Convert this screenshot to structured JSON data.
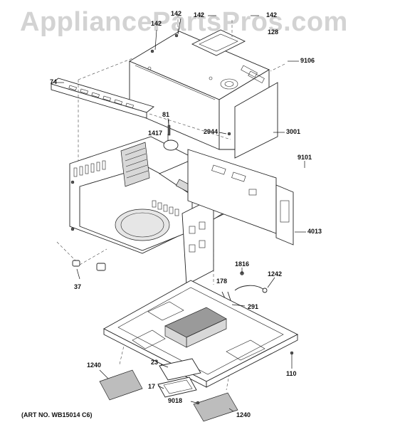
{
  "watermark": "AppliancePartsPros.com",
  "art_number": "(ART NO. WB15014 C6)",
  "callouts": [
    {
      "id": "c142a",
      "label": "142"
    },
    {
      "id": "c142b",
      "label": "142"
    },
    {
      "id": "c142c",
      "label": "142"
    },
    {
      "id": "c142d",
      "label": "142"
    },
    {
      "id": "c128x",
      "label": "128"
    },
    {
      "id": "c9106",
      "label": "9106"
    },
    {
      "id": "c74",
      "label": "74"
    },
    {
      "id": "c81",
      "label": "81"
    },
    {
      "id": "c1417",
      "label": "1417"
    },
    {
      "id": "c2944",
      "label": "2944"
    },
    {
      "id": "c3001",
      "label": "3001"
    },
    {
      "id": "c9101",
      "label": "9101"
    },
    {
      "id": "c4013",
      "label": "4013"
    },
    {
      "id": "c1816",
      "label": "1816"
    },
    {
      "id": "c1242",
      "label": "1242"
    },
    {
      "id": "c178",
      "label": "178"
    },
    {
      "id": "c291",
      "label": "291"
    },
    {
      "id": "c37",
      "label": "37"
    },
    {
      "id": "c1240a",
      "label": "1240"
    },
    {
      "id": "c23",
      "label": "23"
    },
    {
      "id": "c17",
      "label": "17"
    },
    {
      "id": "c9018",
      "label": "9018"
    },
    {
      "id": "c110",
      "label": "110"
    },
    {
      "id": "c1240b",
      "label": "1240"
    }
  ]
}
